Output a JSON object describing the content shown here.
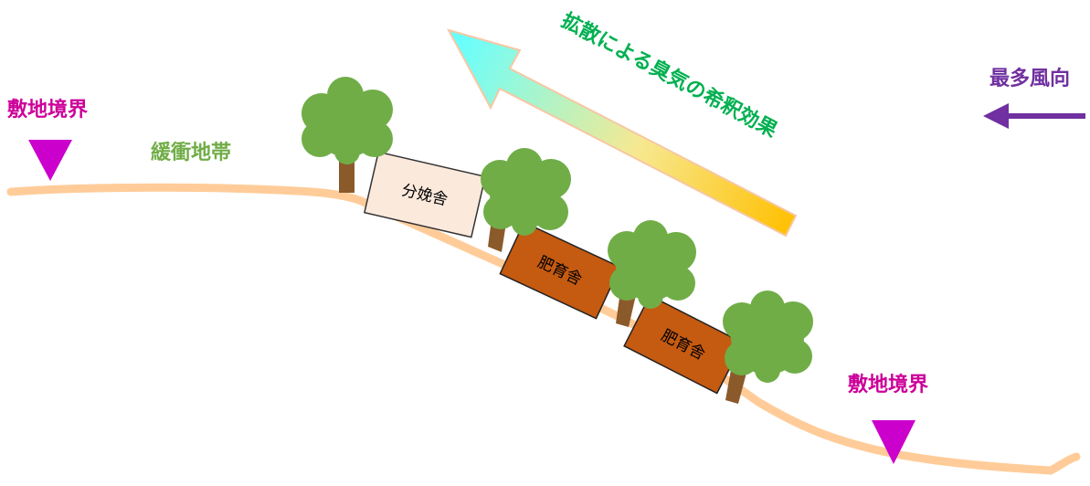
{
  "labels": {
    "boundary_left": "敷地境界",
    "boundary_right": "敷地境界",
    "buffer_zone": "緩衝地帯",
    "diffusion": "拡散による臭気の希釈効果",
    "prevailing_wind": "最多風向"
  },
  "buildings": [
    {
      "label": "分娩舎"
    },
    {
      "label": "肥育舎"
    },
    {
      "label": "肥育舎"
    }
  ],
  "colors": {
    "boundary_marker": "#cc00cc",
    "boundary_text": "#cc0099",
    "buffer_text": "#70ad47",
    "diffusion_text": "#00b050",
    "wind": "#7030a0",
    "ground": "#ffcc99",
    "tree_foliage": "#70ad47",
    "tree_trunk": "#8b5a2b",
    "farrowing_house": "#fbe9dc",
    "finishing_house": "#c55a11",
    "arrow_gradient_start": "#ffc000",
    "arrow_gradient_end": "#66ffff"
  },
  "icons": {
    "boundary_marker": "inverted-triangle-icon",
    "wind": "left-arrow-icon",
    "diffusion": "diagonal-gradient-arrow-icon",
    "tree": "tree-icon"
  }
}
